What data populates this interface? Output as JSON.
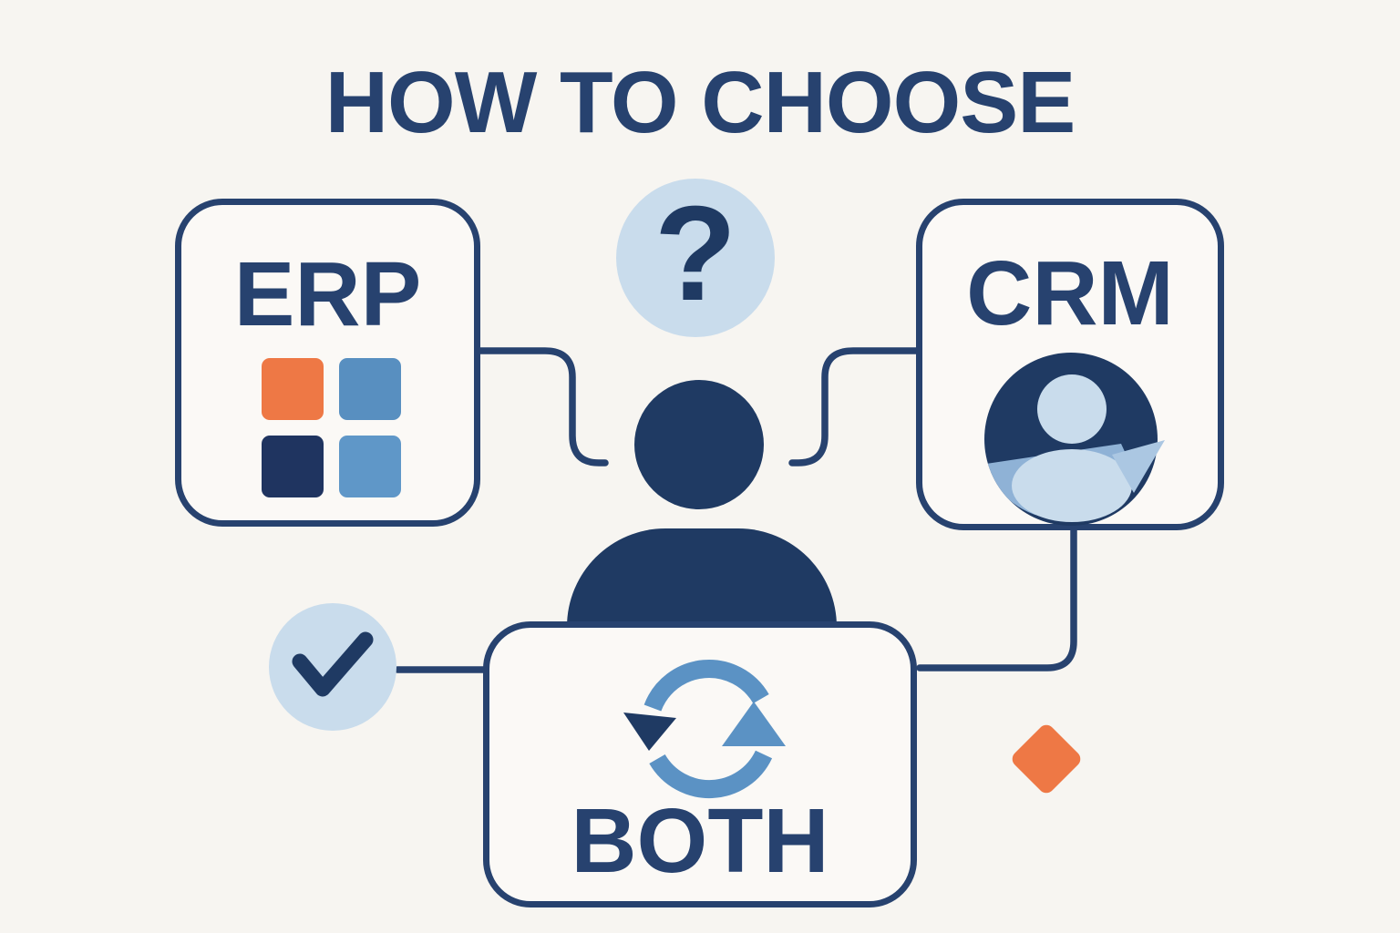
{
  "title": "HOW TO CHOOSE",
  "cards": {
    "erp": {
      "label": "ERP",
      "icon": "modules-grid-icon"
    },
    "crm": {
      "label": "CRM",
      "icon": "customer-profile-arrow-icon"
    },
    "both": {
      "label": "BOTH",
      "icon": "sync-arrows-icon"
    }
  },
  "decorations": {
    "question_mark": "?",
    "check_circle": "checkmark-in-circle",
    "diamond": "orange-diamond-accent",
    "person": "thinking-person-silhouette"
  },
  "palette": {
    "bg": "#F7F5F1",
    "card": "#FBF9F6",
    "navy": "#27426F",
    "navy-deep": "#1F3A63",
    "grid-navy": "#1F3460",
    "light-blue": "#C9DCEC",
    "mid-blue": "#5B92C4",
    "steel-blue": "#8FB2D6",
    "pale-blue": "#ABC7E2",
    "orange": "#EE7845"
  }
}
